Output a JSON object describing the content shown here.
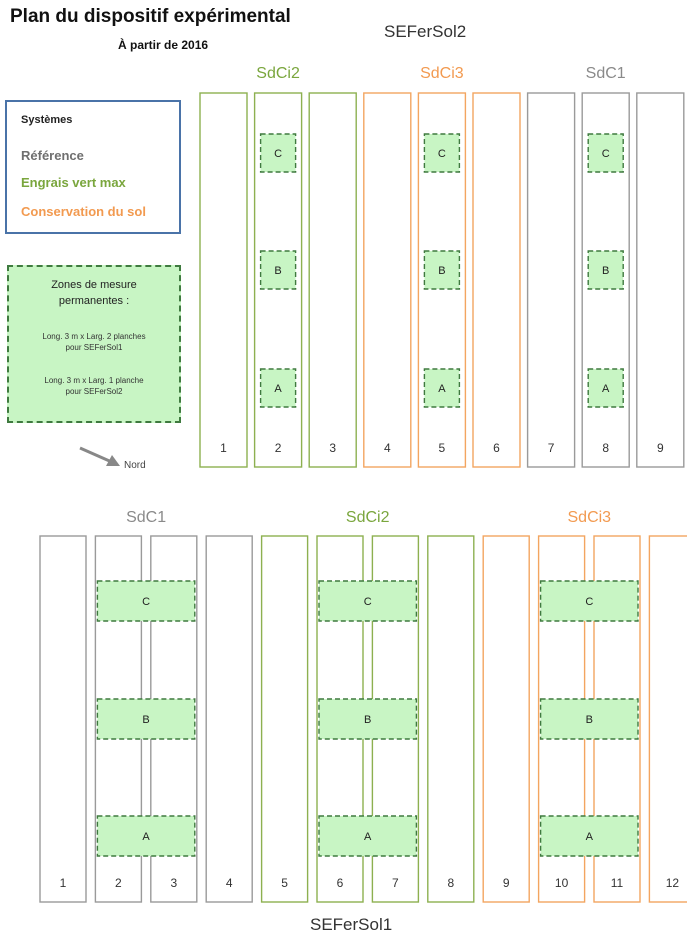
{
  "header": {
    "title": "Plan du dispositif expérimental",
    "subtitle": "À partir de 2016"
  },
  "colors": {
    "reference": "#9a9a9a",
    "engrais": "#8db050",
    "conservation": "#f3a560",
    "zone_fill": "#c8f5c4",
    "zone_border": "#3f7a3f",
    "legend_border": "#4a73a8"
  },
  "legend": {
    "heading": "Systèmes",
    "items": [
      {
        "label": "Référence",
        "color": "#6f6f6f"
      },
      {
        "label": "Engrais vert max",
        "color": "#7aa63d"
      },
      {
        "label": "Conservation du sol",
        "color": "#f29a50"
      }
    ]
  },
  "zones_box": {
    "title_lines": [
      "Zones de mesure",
      "permanentes :"
    ],
    "detail1": [
      "Long. 3 m x Larg. 2 planches",
      "pour SEFerSol1"
    ],
    "detail2": [
      "Long. 3 m x Larg. 1 planche",
      "pour SEFerSol2"
    ]
  },
  "compass": {
    "label": "Nord",
    "icon": "arrow-icon"
  },
  "field2": {
    "name": "SEFerSol2",
    "groups": [
      {
        "label": "SdCi2",
        "system": "engrais"
      },
      {
        "label": "SdCi3",
        "system": "conservation"
      },
      {
        "label": "SdC1",
        "system": "reference"
      }
    ],
    "plots": [
      {
        "number": "1",
        "system": "engrais"
      },
      {
        "number": "2",
        "system": "engrais"
      },
      {
        "number": "3",
        "system": "engrais"
      },
      {
        "number": "4",
        "system": "conservation"
      },
      {
        "number": "5",
        "system": "conservation"
      },
      {
        "number": "6",
        "system": "conservation"
      },
      {
        "number": "7",
        "system": "reference"
      },
      {
        "number": "8",
        "system": "reference"
      },
      {
        "number": "9",
        "system": "reference"
      }
    ],
    "measurement_zones": [
      {
        "group": "SdCi2",
        "plots": [
          "2"
        ],
        "zones": [
          "C",
          "B",
          "A"
        ]
      },
      {
        "group": "SdCi3",
        "plots": [
          "5"
        ],
        "zones": [
          "C",
          "B",
          "A"
        ]
      },
      {
        "group": "SdC1",
        "plots": [
          "8"
        ],
        "zones": [
          "C",
          "B",
          "A"
        ]
      }
    ]
  },
  "field1": {
    "name": "SEFerSol1",
    "groups": [
      {
        "label": "SdC1",
        "system": "reference"
      },
      {
        "label": "SdCi2",
        "system": "engrais"
      },
      {
        "label": "SdCi3",
        "system": "conservation"
      }
    ],
    "plots": [
      {
        "number": "1",
        "system": "reference"
      },
      {
        "number": "2",
        "system": "reference"
      },
      {
        "number": "3",
        "system": "reference"
      },
      {
        "number": "4",
        "system": "reference"
      },
      {
        "number": "5",
        "system": "engrais"
      },
      {
        "number": "6",
        "system": "engrais"
      },
      {
        "number": "7",
        "system": "engrais"
      },
      {
        "number": "8",
        "system": "engrais"
      },
      {
        "number": "9",
        "system": "conservation"
      },
      {
        "number": "10",
        "system": "conservation"
      },
      {
        "number": "11",
        "system": "conservation"
      },
      {
        "number": "12",
        "system": "conservation"
      }
    ],
    "measurement_zones": [
      {
        "group": "SdC1",
        "plots": [
          "2",
          "3"
        ],
        "zones": [
          "C",
          "B",
          "A"
        ]
      },
      {
        "group": "SdCi2",
        "plots": [
          "6",
          "7"
        ],
        "zones": [
          "C",
          "B",
          "A"
        ]
      },
      {
        "group": "SdCi3",
        "plots": [
          "10",
          "11"
        ],
        "zones": [
          "C",
          "B",
          "A"
        ]
      }
    ]
  }
}
